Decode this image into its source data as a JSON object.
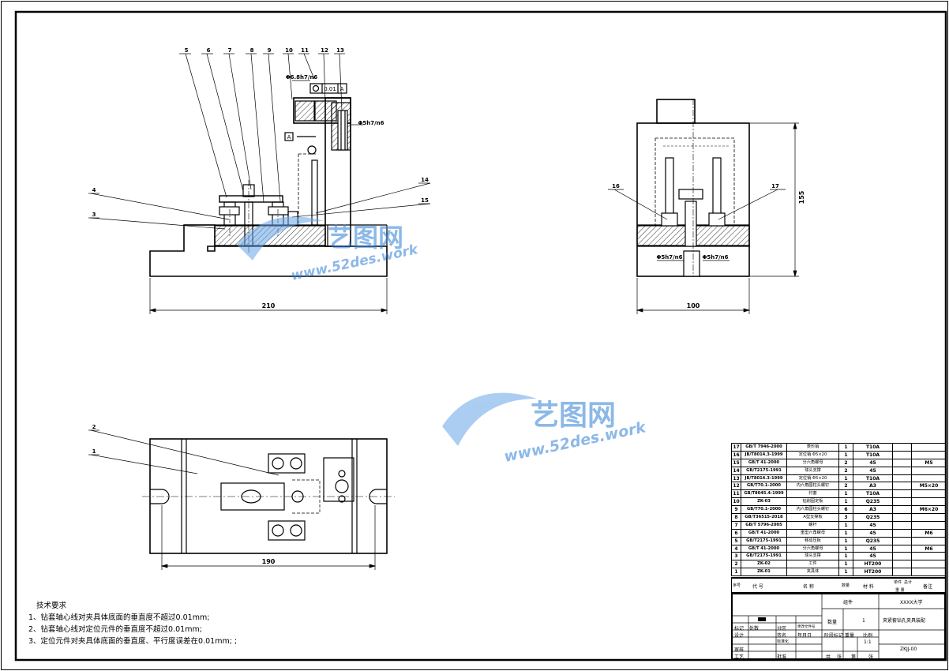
{
  "views": {
    "front": {
      "dimensions": {
        "width": "210",
        "fit_main": "Φ6.8h7/n6",
        "fit_side": "Φ5h7/n6",
        "datum": "A",
        "tolerance": "0.01",
        "tolerance_datum": "A"
      },
      "balloons": [
        "5",
        "6",
        "7",
        "8",
        "9",
        "10",
        "11",
        "12",
        "13",
        "4",
        "3",
        "14",
        "15"
      ]
    },
    "side": {
      "dimensions": {
        "width": "100",
        "height": "155",
        "fit_left": "Φ5h7/n6",
        "fit_right": "Φ5h7/n6"
      },
      "balloons": [
        "16",
        "17"
      ]
    },
    "top": {
      "dimensions": {
        "width": "190"
      },
      "balloons": [
        "2",
        "1"
      ]
    }
  },
  "watermark": {
    "brand": "艺图网",
    "url": "www.52des.work"
  },
  "notes": {
    "title": "技术要求",
    "items": [
      "1、钻套轴心线对夹具体底面的垂直度不超过0.01mm;",
      "2、钻套轴心线对定位元件的垂直度不超过0.01mm;",
      "3、定位元件对夹具体底面的垂直度、平行度误差在0.01mm; ;"
    ]
  },
  "bom": {
    "rows": [
      {
        "no": "17",
        "code": "GB/T 7946-2000",
        "name": "菱形销",
        "qty": "1",
        "mat": "T10A",
        "note": ""
      },
      {
        "no": "16",
        "code": "JB/T8014.3-1999",
        "name": "定位销 Φ5×20",
        "qty": "1",
        "mat": "T10A",
        "note": ""
      },
      {
        "no": "15",
        "code": "GB/T 41-2000",
        "name": "分六角螺母",
        "qty": "2",
        "mat": "45",
        "note": "M5"
      },
      {
        "no": "14",
        "code": "GB/T2175-1991",
        "name": "球头支撑",
        "qty": "2",
        "mat": "45",
        "note": ""
      },
      {
        "no": "13",
        "code": "JB/T8014.3-1999",
        "name": "定位销 Φ5×20",
        "qty": "1",
        "mat": "T10A",
        "note": ""
      },
      {
        "no": "12",
        "code": "GB/T70.1-2000",
        "name": "内六角圆柱头螺钉",
        "qty": "2",
        "mat": "A3",
        "note": "M5×20"
      },
      {
        "no": "11",
        "code": "GB/T8045.4-1999",
        "name": "衬套",
        "qty": "1",
        "mat": "T10A",
        "note": ""
      },
      {
        "no": "10",
        "code": "ZK-03",
        "name": "钻削固定板",
        "qty": "1",
        "mat": "Q235",
        "note": ""
      },
      {
        "no": "9",
        "code": "GB/T70.1-2000",
        "name": "内六角圆柱头螺钉",
        "qty": "6",
        "mat": "A3",
        "note": "M6×20"
      },
      {
        "no": "8",
        "code": "GB/T36515-2018",
        "name": "A型支撑板",
        "qty": "3",
        "mat": "Q235",
        "note": ""
      },
      {
        "no": "7",
        "code": "GB/T 5796-2005",
        "name": "螺杆",
        "qty": "1",
        "mat": "45",
        "note": ""
      },
      {
        "no": "6",
        "code": "GB/T 41-2000",
        "name": "重型六角螺母",
        "qty": "1",
        "mat": "45",
        "note": "M6"
      },
      {
        "no": "5",
        "code": "GB/T2175-1991",
        "name": "移动压板",
        "qty": "1",
        "mat": "Q235",
        "note": ""
      },
      {
        "no": "4",
        "code": "GB/T 41-2000",
        "name": "分六角螺母",
        "qty": "1",
        "mat": "45",
        "note": "M6"
      },
      {
        "no": "3",
        "code": "GB/T2175-1991",
        "name": "球头支撑",
        "qty": "1",
        "mat": "45",
        "note": ""
      },
      {
        "no": "2",
        "code": "ZK-02",
        "name": "工件",
        "qty": "1",
        "mat": "HT200",
        "note": ""
      },
      {
        "no": "1",
        "code": "ZK-01",
        "name": "夹具体",
        "qty": "1",
        "mat": "HT200",
        "note": ""
      }
    ],
    "header": {
      "no": "序号",
      "code": "代    号",
      "name": "名    称",
      "qty": "数量",
      "mat": "材    料",
      "single": "单件",
      "total": "总计",
      "weight": "重    量",
      "note": "备注"
    }
  },
  "title_block": {
    "assembly": "组件",
    "school": "XXXX大学",
    "qty_label": "数量",
    "qty": "1",
    "drawing_name": "夹紧套钻孔夹具装配",
    "stage_label": "阶段标记",
    "weight_label": "重量",
    "scale_label": "比例",
    "scale": "1:1",
    "code": "ZKJJ-00",
    "sheet_labels": [
      "共",
      "张",
      "第",
      "张"
    ],
    "rows": [
      "标记",
      "处数",
      "分区",
      "更改文件号",
      "签名",
      "年月日"
    ],
    "roles": [
      "设计",
      "标准化",
      "审核",
      "工艺",
      "批准"
    ]
  }
}
